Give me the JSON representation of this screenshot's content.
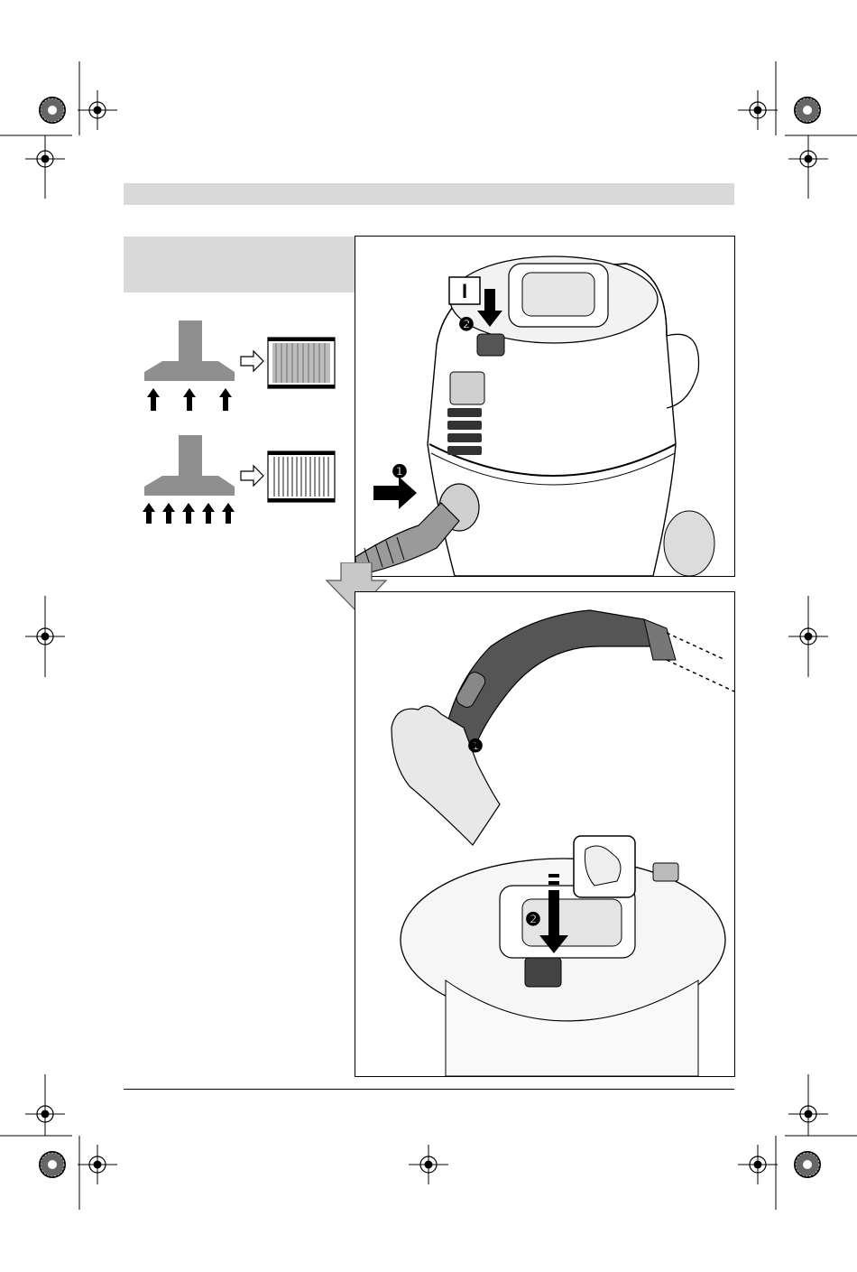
{
  "header": {
    "bar_color": "#d9d9d9"
  },
  "side_box": {
    "color": "#d9d9d9"
  },
  "figures": {
    "top": {
      "markers": [
        {
          "label": "1",
          "glyph": "❶"
        },
        {
          "label": "2",
          "glyph": "❷"
        }
      ],
      "switch_symbol": "I"
    },
    "bottom": {
      "markers": [
        {
          "label": "1",
          "glyph": "❶"
        },
        {
          "label": "2",
          "glyph": "❷"
        }
      ]
    }
  },
  "icons": [
    "registration-mark-icon",
    "color-wheel-icon",
    "arrow-up-icon",
    "arrow-right-outline-icon",
    "arrow-down-icon",
    "hood-icon",
    "filter-icon"
  ],
  "colors": {
    "hood": "#8f8f8f",
    "arrow_down": "#c8c8c8",
    "text": "#000000"
  }
}
